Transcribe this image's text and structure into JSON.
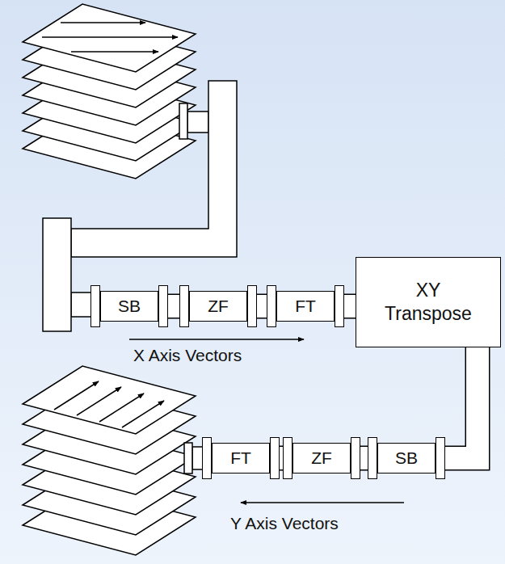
{
  "diagram": {
    "nodes": [
      {
        "text": [
          "SB"
        ]
      },
      {
        "text": [
          "ZF"
        ]
      },
      {
        "text": [
          "FT"
        ]
      },
      {
        "text": [
          "XY Transpose"
        ]
      },
      {
        "text": [
          "FT"
        ]
      },
      {
        "text": [
          "ZF"
        ]
      },
      {
        "text": [
          "SB"
        ]
      }
    ],
    "edges": [
      {
        "from": 0,
        "to": 1,
        "arrow": "none"
      },
      {
        "from": 1,
        "to": 2,
        "arrow": "none"
      },
      {
        "from": 2,
        "to": 3,
        "arrow": "none"
      },
      {
        "from": 3,
        "to": 6,
        "arrow": "none"
      },
      {
        "from": 6,
        "to": 5,
        "arrow": "none"
      },
      {
        "from": 5,
        "to": 4,
        "arrow": "none"
      }
    ],
    "labels": [
      "X Axis Vectors",
      "Y Axis Vectors"
    ]
  }
}
